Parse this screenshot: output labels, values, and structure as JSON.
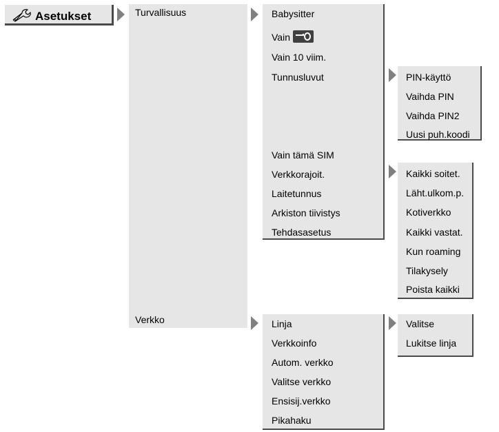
{
  "title": "Asetukset",
  "col1": {
    "turvallisuus": "Turvallisuus",
    "verkko": "Verkko"
  },
  "security": {
    "items": [
      "Babysitter",
      "Vain",
      "Vain 10 viim.",
      "Tunnusluvut",
      "Vain tämä SIM",
      "Verkkorajoit.",
      "Laitetunnus",
      "Arkiston tiivistys",
      "Tehdasasetus"
    ],
    "key_icon": "key-icon"
  },
  "pin": {
    "items": [
      "PIN-käyttö",
      "Vaihda PIN",
      "Vaihda PIN2",
      "Uusi puh.koodi"
    ]
  },
  "barring": {
    "items": [
      "Kaikki soitet.",
      "Läht.ulkom.p.",
      "Kotiverkko",
      "Kaikki vastat.",
      "Kun roaming",
      "Tilakysely",
      "Poista kaikki"
    ]
  },
  "network": {
    "items": [
      "Linja",
      "Verkkoinfo",
      "Autom. verkko",
      "Valitse verkko",
      "Ensisij.verkko",
      "Pikahaku"
    ]
  },
  "line": {
    "items": [
      "Valitse",
      "Lukitse linja"
    ]
  },
  "colors": {
    "panel": "#e6e6e6",
    "arrow": "#808080",
    "shadow": "#4a4a4a"
  }
}
